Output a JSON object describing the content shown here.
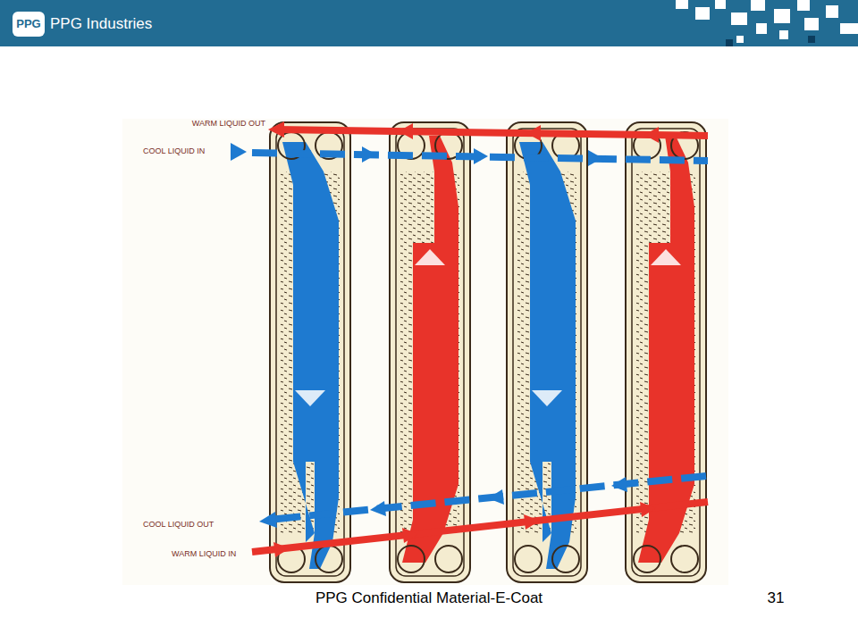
{
  "diagram": {
    "labels": [
      "PPG",
      "PPG Industries",
      "WARM LIQUID OUT",
      "COOL LIQUID IN",
      "COOL LIQUID OUT",
      "WARM LIQUID IN",
      "PPG Confidential Material-E-Coat",
      "31"
    ]
  }
}
